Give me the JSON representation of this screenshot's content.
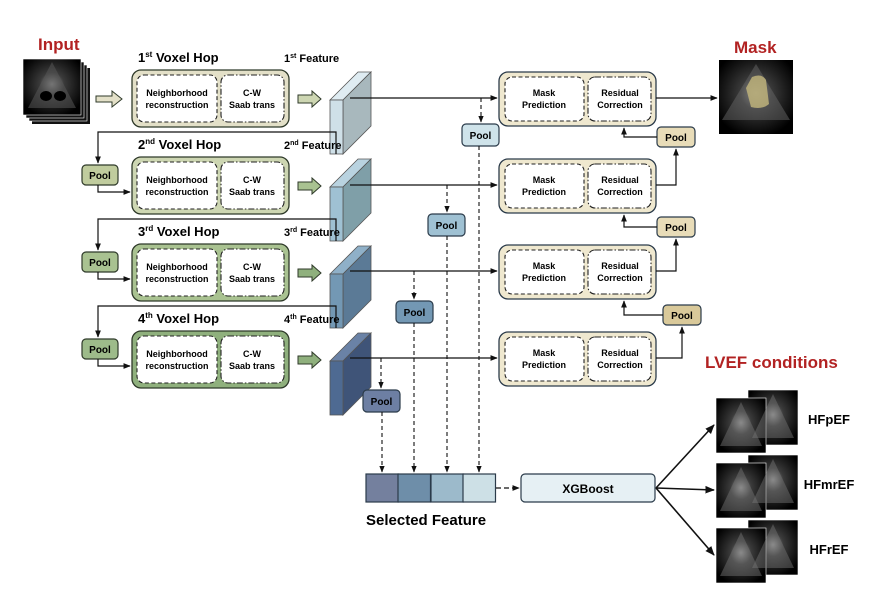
{
  "labels": {
    "input": "Input",
    "mask": "Mask",
    "lvef_title": "LVEF conditions",
    "selected_feature": "Selected Feature",
    "xgboost": "XGBoost",
    "pool": "Pool"
  },
  "hops": [
    {
      "ordinal": "1",
      "sup": "st",
      "title_rest": " Voxel Hop",
      "feature_rest": " Feature",
      "left_box": [
        "Neighborhood",
        "reconstruction"
      ],
      "right_box": [
        "C-W",
        "Saab trans"
      ],
      "pool_in": false
    },
    {
      "ordinal": "2",
      "sup": "nd",
      "title_rest": " Voxel Hop",
      "feature_rest": " Feature",
      "left_box": [
        "Neighborhood",
        "reconstruction"
      ],
      "right_box": [
        "C-W",
        "Saab trans"
      ],
      "pool_in": true
    },
    {
      "ordinal": "3",
      "sup": "rd",
      "title_rest": " Voxel Hop",
      "feature_rest": " Feature",
      "left_box": [
        "Neighborhood",
        "reconstruction"
      ],
      "right_box": [
        "C-W",
        "Saab trans"
      ],
      "pool_in": true
    },
    {
      "ordinal": "4",
      "sup": "th",
      "title_rest": " Voxel Hop",
      "feature_rest": " Feature",
      "left_box": [
        "Neighborhood",
        "reconstruction"
      ],
      "right_box": [
        "C-W",
        "Saab trans"
      ],
      "pool_in": true
    }
  ],
  "decoders": [
    {
      "left_box": [
        "Mask",
        "Prediction"
      ],
      "right_box": [
        "Residual",
        "Correction"
      ]
    },
    {
      "left_box": [
        "Mask",
        "Prediction"
      ],
      "right_box": [
        "Residual",
        "Correction"
      ]
    },
    {
      "left_box": [
        "Mask",
        "Prediction"
      ],
      "right_box": [
        "Residual",
        "Correction"
      ]
    },
    {
      "left_box": [
        "Mask",
        "Prediction"
      ],
      "right_box": [
        "Residual",
        "Correction"
      ]
    }
  ],
  "outputs": [
    {
      "label": "HFpEF"
    },
    {
      "label": "HFmrEF"
    },
    {
      "label": "HFrEF"
    }
  ],
  "colors": {
    "title_red": "#b22222",
    "hop_fills": [
      "#e3e0c8",
      "#cdd6b2",
      "#a9c291",
      "#8fb07d"
    ],
    "pool_fills": [
      "#d9d9bd",
      "#c0cc9e",
      "#a9c291",
      "#9dbb8a"
    ],
    "feature_front": [
      "#cfe0e8",
      "#9fc1d3",
      "#7398b4",
      "#4e6a92"
    ],
    "feature_side": [
      "#a8b8bd",
      "#7f9fa8",
      "#5b7a96",
      "#3f5478"
    ],
    "feature_top": [
      "#dfecf2",
      "#b9d3e0",
      "#8fb0c8",
      "#6a82a6"
    ],
    "decoder_fill": "#efe8cf",
    "decoder_pool_fills": [
      "#e8dcb8",
      "#e8dcb8",
      "#d9c99a"
    ],
    "skip_pool_fills": [
      "#cfe3ea",
      "#9fc1d3",
      "#7398b4",
      "#6d7fa3"
    ],
    "selected_cells": [
      "#74809e",
      "#6e8ea9",
      "#9cbacb",
      "#cde0e6"
    ],
    "xgboost_fill": "#e6f0f4",
    "mask_overlay": "#bdb27a"
  }
}
